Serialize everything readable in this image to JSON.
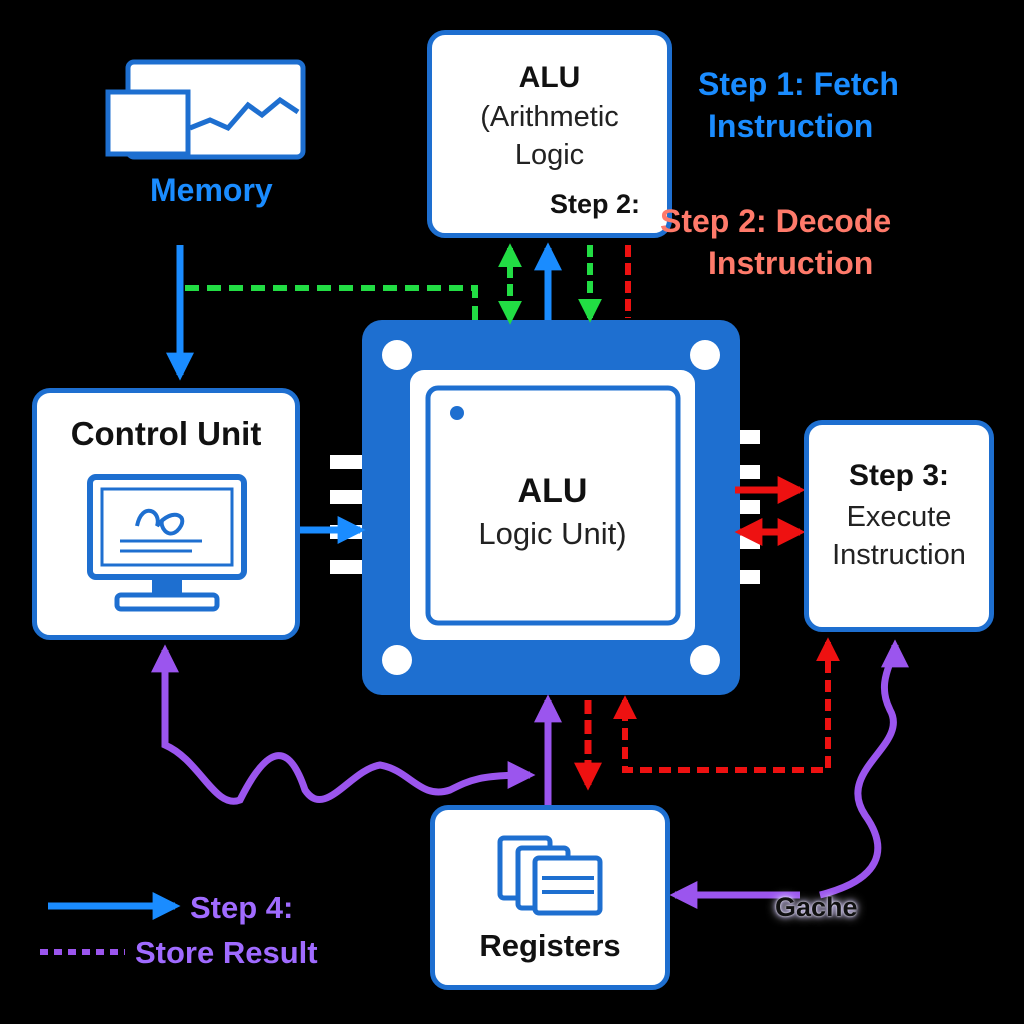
{
  "colors": {
    "background": "#000000",
    "box_border": "#1e6fd0",
    "blue_arrow": "#1a8cff",
    "green_dashed": "#22dd44",
    "red_dashed": "#ee1111",
    "purple": "#9b55ee"
  },
  "memory": {
    "label": "Memory",
    "icon": "memory-icon"
  },
  "alu_top": {
    "title": "ALU",
    "line1": "(Arithmetic",
    "line2": "Logic",
    "step_tag": "Step 2:"
  },
  "steps": {
    "step1_line1": "Step 1: Fetch",
    "step1_line2": "Instruction",
    "step2_line1": "Step 2: Decode",
    "step2_line2": "Instruction",
    "step3_line1": "Step 3:",
    "step3_line2": "Execute",
    "step3_line3": "Instruction"
  },
  "control_unit": {
    "label": "Control Unit",
    "icon": "monitor-icon"
  },
  "chip": {
    "title": "ALU",
    "subtitle": "Logic Unit)",
    "icon": "cpu-chip-icon"
  },
  "registers": {
    "label": "Registers",
    "icon": "registers-stack-icon"
  },
  "cache": {
    "label": "Gache"
  },
  "legend": {
    "line1": "Step 4:",
    "line2": "Store Result"
  }
}
